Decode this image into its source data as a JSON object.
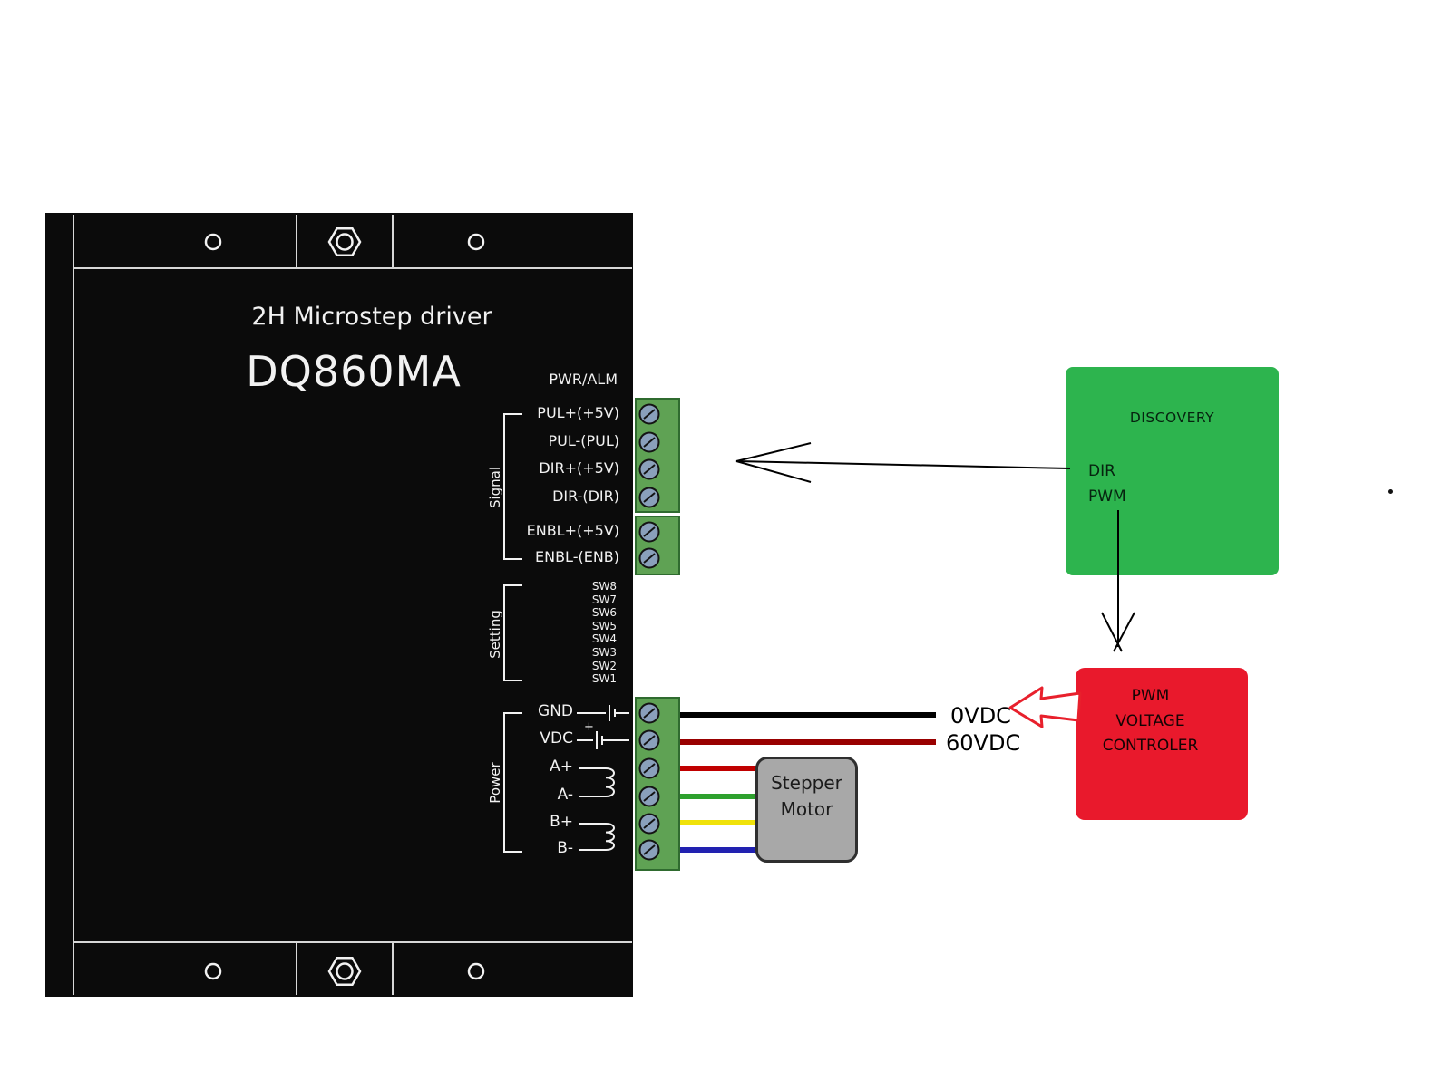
{
  "driver": {
    "title": "2H Microstep driver",
    "model": "DQ860MA",
    "pwr_alm_label": "PWR/ALM",
    "groups": {
      "signal": "Signal",
      "setting": "Setting",
      "power": "Power"
    },
    "signal_labels": [
      "PUL+(+5V)",
      "PUL-(PUL)",
      "DIR+(+5V)",
      "DIR-(DIR)",
      "ENBL+(+5V)",
      "ENBL-(ENB)"
    ],
    "sw_labels": [
      "SW8",
      "SW7",
      "SW6",
      "SW5",
      "SW4",
      "SW3",
      "SW2",
      "SW1"
    ],
    "power_labels": [
      "GND",
      "VDC",
      "A+",
      "A-",
      "B+",
      "B-"
    ],
    "vdc_plus_sign": "+"
  },
  "motor": {
    "name_line1": "Stepper",
    "name_line2": "Motor"
  },
  "discovery": {
    "title": "DISCOVERY",
    "pin_dir": "DIR",
    "pin_pwm": "PWM"
  },
  "pwm_controller": {
    "line1": "PWM",
    "line2": "VOLTAGE",
    "line3": "CONTROLER"
  },
  "supply": {
    "gnd_label": "0VDC",
    "vdc_label": "60VDC"
  },
  "colors": {
    "driver_body": "#0b0b0b",
    "terminal_green": "#5fa254",
    "discovery_green": "#2db44e",
    "controller_red": "#e9192c",
    "motor_gray": "#a8a8a8",
    "wire_gnd": "#000000",
    "wire_vdc": "#990000",
    "wire_a_plus": "#c00000",
    "wire_a_minus": "#2ea12e",
    "wire_b_plus": "#f0e20a",
    "wire_b_minus": "#2121b0"
  }
}
